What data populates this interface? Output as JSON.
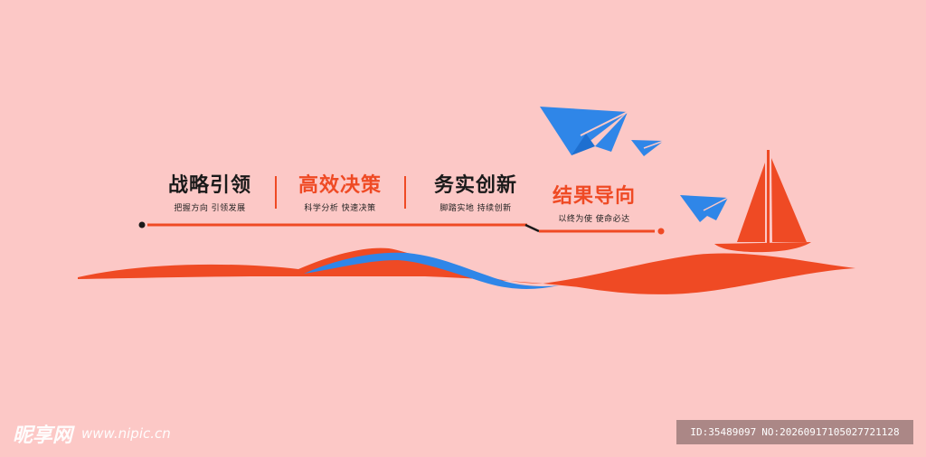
{
  "colors": {
    "background": "#fcc8c6",
    "accent_red": "#ef4a24",
    "accent_blue": "#2f86e8",
    "text_dark": "#1a1a1a"
  },
  "values": [
    {
      "title": "战略引领",
      "subtitle": "把握方向 引领发展",
      "style": "dark"
    },
    {
      "title": "高效决策",
      "subtitle": "科学分析 快速决策",
      "style": "red"
    },
    {
      "title": "务实创新",
      "subtitle": "脚踏实地 持续创新",
      "style": "dark"
    },
    {
      "title": "结果导向",
      "subtitle": "以终为使 使命必达",
      "style": "red"
    }
  ],
  "icons": [
    "paper-plane-icon",
    "sailboat-icon"
  ],
  "watermark": {
    "logo": "昵享网",
    "url": "www.nipic.cn",
    "id_label": "ID:35489097",
    "no_label": "NO:20260917105027721128"
  }
}
